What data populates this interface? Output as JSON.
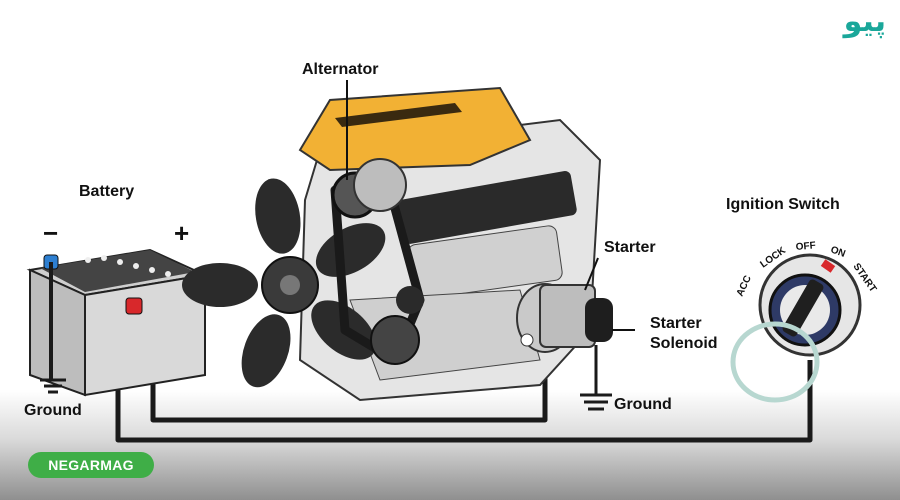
{
  "labels": {
    "battery": "Battery",
    "minus": "−",
    "plus": "+",
    "ground_left": "Ground",
    "alternator": "Alternator",
    "starter": "Starter",
    "starter_solenoid_line1": "Starter",
    "starter_solenoid_line2": "Solenoid",
    "ground_right": "Ground",
    "ignition_switch": "Ignition Switch"
  },
  "ignition_positions": [
    "ACC",
    "LOCK",
    "OFF",
    "ON",
    "START"
  ],
  "brand": {
    "logo_text": "پیو",
    "badge": "NEGARMAG"
  },
  "colors": {
    "wire": "#1a1a1a",
    "engine_cover": "#f2b134",
    "battery_body": "#d9d9d9",
    "terminal_red": "#d8282b",
    "terminal_blue": "#2d7fd1",
    "badge_green": "#3fae47",
    "logo_teal": "#1aa79a"
  }
}
